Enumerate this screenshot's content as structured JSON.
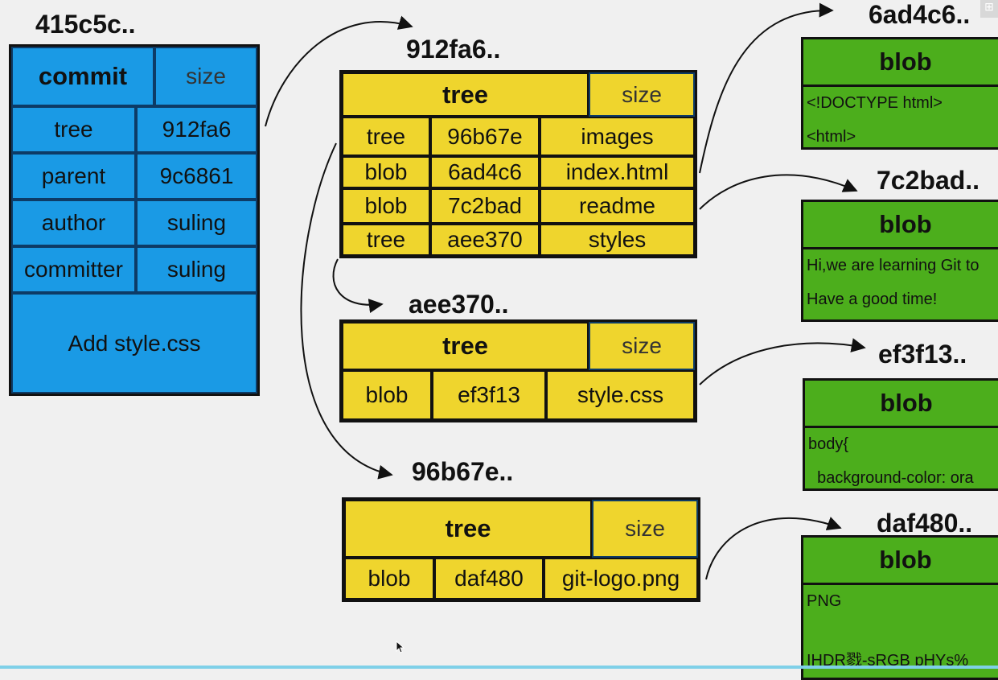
{
  "commit": {
    "hash": "415c5c..",
    "type_label": "commit",
    "size_label": "size",
    "rows": [
      {
        "key": "tree",
        "value": "912fa6"
      },
      {
        "key": "parent",
        "value": "9c6861"
      },
      {
        "key": "author",
        "value": "suling"
      },
      {
        "key": "committer",
        "value": "suling"
      }
    ],
    "message": "Add style.css"
  },
  "tree_root": {
    "hash": "912fa6..",
    "type_label": "tree",
    "size_label": "size",
    "entries": [
      {
        "type": "tree",
        "hash": "96b67e",
        "name": "images"
      },
      {
        "type": "blob",
        "hash": "6ad4c6",
        "name": "index.html"
      },
      {
        "type": "blob",
        "hash": "7c2bad",
        "name": "readme"
      },
      {
        "type": "tree",
        "hash": "aee370",
        "name": "styles"
      }
    ]
  },
  "tree_styles": {
    "hash": "aee370..",
    "type_label": "tree",
    "size_label": "size",
    "entries": [
      {
        "type": "blob",
        "hash": "ef3f13",
        "name": "style.css"
      }
    ]
  },
  "tree_images": {
    "hash": "96b67e..",
    "type_label": "tree",
    "size_label": "size",
    "entries": [
      {
        "type": "blob",
        "hash": "daf480",
        "name": "git-logo.png"
      }
    ]
  },
  "blobs": [
    {
      "hash": "6ad4c6..",
      "type_label": "blob",
      "lines": [
        "<!DOCTYPE html>",
        "<html>"
      ]
    },
    {
      "hash": "7c2bad..",
      "type_label": "blob",
      "lines": [
        "Hi,we are learning Git to",
        "Have a good time!"
      ]
    },
    {
      "hash": "ef3f13..",
      "type_label": "blob",
      "lines": [
        "body{",
        "  background-color: ora"
      ]
    },
    {
      "hash": "daf480..",
      "type_label": "blob",
      "lines": [
        "PNG",
        "IHDR戮-sRGB pHYs%"
      ]
    }
  ],
  "colors": {
    "commit": "#1a9ae5",
    "tree": "#efd52d",
    "blob": "#4cae1c",
    "background": "#f0f0f0"
  }
}
